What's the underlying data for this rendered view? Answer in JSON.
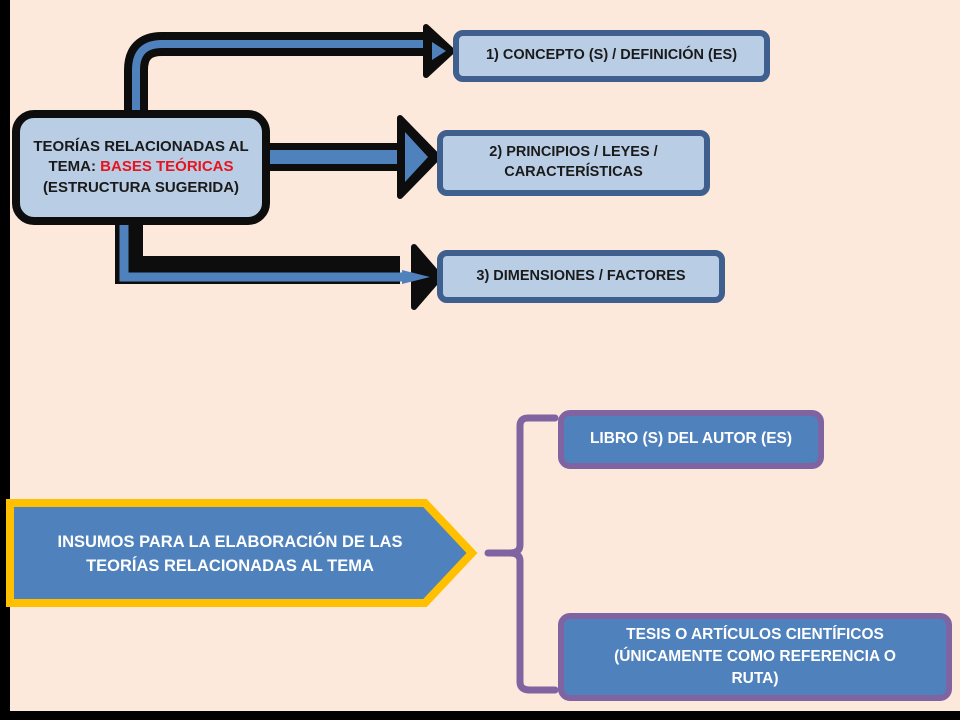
{
  "diagram": {
    "main_box": {
      "line1": "TEORÍAS RELACIONADAS AL",
      "line2_prefix": "TEMA: ",
      "line2_highlight": "BASES TEÓRICAS",
      "line3": "(ESTRUCTURA SUGERIDA)"
    },
    "branches": [
      {
        "label": "1) CONCEPTO (S) / DEFINICIÓN (ES)"
      },
      {
        "label": "2) PRINCIPIOS / LEYES / CARACTERÍSTICAS"
      },
      {
        "label": "3) DIMENSIONES / FACTORES"
      }
    ],
    "inputs_box": {
      "label": "INSUMOS PARA LA ELABORACIÓN DE LAS TEORÍAS RELACIONADAS AL TEMA"
    },
    "sources": [
      {
        "label": "LIBRO (S) DEL AUTOR (ES)"
      },
      {
        "label": "TESIS O ARTÍCULOS CIENTÍFICOS (ÚNICAMENTE COMO REFERENCIA O RUTA)"
      }
    ],
    "colors": {
      "background": "#fde9db",
      "box_fill_light": "#b9cde5",
      "box_border_blue": "#3f5f8e",
      "arrow_fill": "#4f81bd",
      "arrow_outline": "#0d0d0d",
      "highlight_text": "#e8141d",
      "inputs_border": "#ffc000",
      "bracket_purple": "#8064a2"
    }
  }
}
